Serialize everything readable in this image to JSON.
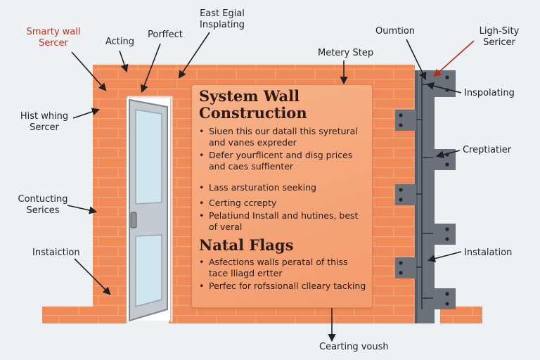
{
  "colors": {
    "wall": "#f08a58",
    "brick_line": "#f5a57a",
    "steel": "#6b7178",
    "background": "#eef1f4",
    "accent_red": "#c4321f",
    "arrow": "#222222"
  },
  "labels": {
    "smarty_wall": "Smarty wall\nSercer",
    "acting": "Acting",
    "porffect": "Porffect",
    "east_egial": "East Egial\nInsplating",
    "metery_step": "Metery Step",
    "oumtion": "Oumtion",
    "ligh_sity": "Ligh-Sity\nSericer",
    "inspolating": "Inspolating",
    "hist_whing": "Hist whing\nSercer",
    "creptiatier": "Creptiatier",
    "contucting": "Contucting\nSerices",
    "instaiction": "Instaiction",
    "instalation": "Instalation",
    "cearting": "Cearting voush"
  },
  "panel": {
    "title": "System Wall\nConstruction",
    "bullets1": [
      "Siuen this our datall this syretural and vanes expreder",
      "Defer yourflicent and disg prices and caes suffienter"
    ],
    "bullets2": [
      "Lass arsturation seeking",
      "Certing ccrepty",
      "Pelatiund Install and hutines, best of veral"
    ],
    "subtitle": "Natal Flags",
    "bullets3": [
      "Asfections walls peratal of thiss tace lliagd ertter",
      "Perfec for rofssionall clleary tacking"
    ]
  }
}
